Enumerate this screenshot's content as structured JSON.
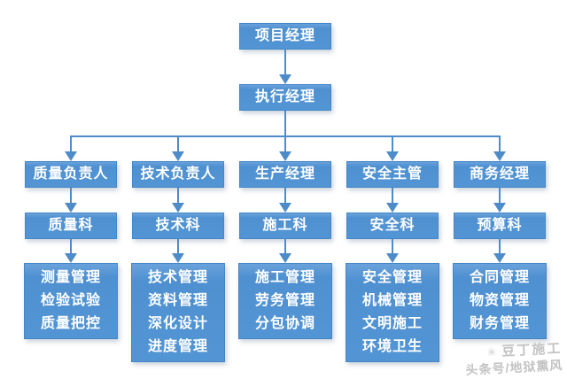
{
  "colors": {
    "box_fill": "#5295d4",
    "box_border": "#4586c6",
    "connector": "#4e8cc9",
    "box_text": "#ffffff",
    "watermark_text": "#c3c3c3",
    "background": "#ffffff"
  },
  "chart": {
    "type": "org-chart",
    "root": {
      "label": "项目经理"
    },
    "executive": {
      "label": "执行经理"
    },
    "branches": [
      {
        "manager": "质量负责人",
        "section": "质量科",
        "duties": [
          "测量管理",
          "检验试验",
          "质量把控"
        ]
      },
      {
        "manager": "技术负责人",
        "section": "技术科",
        "duties": [
          "技术管理",
          "资料管理",
          "深化设计",
          "进度管理"
        ]
      },
      {
        "manager": "生产经理",
        "section": "施工科",
        "duties": [
          "施工管理",
          "劳务管理",
          "分包协调"
        ]
      },
      {
        "manager": "安全主管",
        "section": "安全科",
        "duties": [
          "安全管理",
          "机械管理",
          "文明施工",
          "环境卫生"
        ]
      },
      {
        "manager": "商务经理",
        "section": "预算科",
        "duties": [
          "合同管理",
          "物资管理",
          "财务管理"
        ]
      }
    ]
  },
  "watermark": {
    "icon": "scribble-sun-icon",
    "icon_glyph": "✳",
    "line1": "豆丁施工",
    "line2": "头条号/地狱熏风"
  }
}
